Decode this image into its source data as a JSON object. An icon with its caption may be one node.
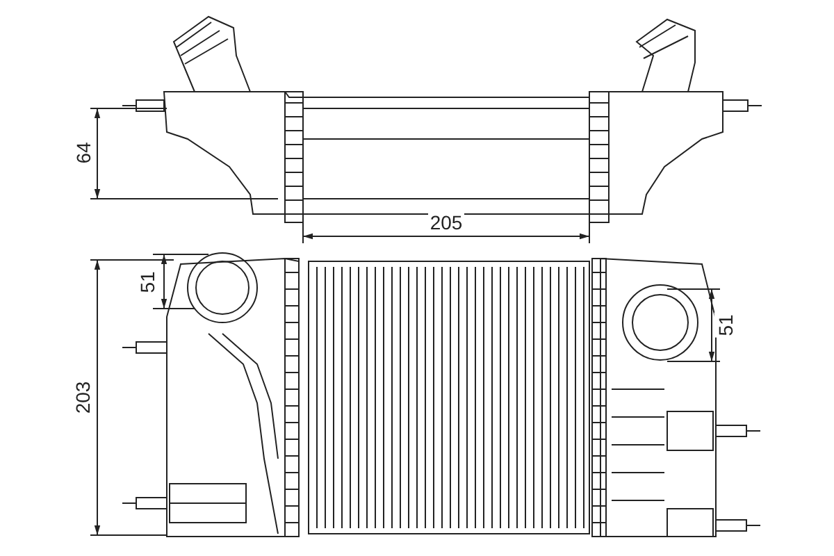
{
  "diagram": {
    "labels": [
      "64",
      "205",
      "51",
      "203",
      "51"
    ]
  }
}
